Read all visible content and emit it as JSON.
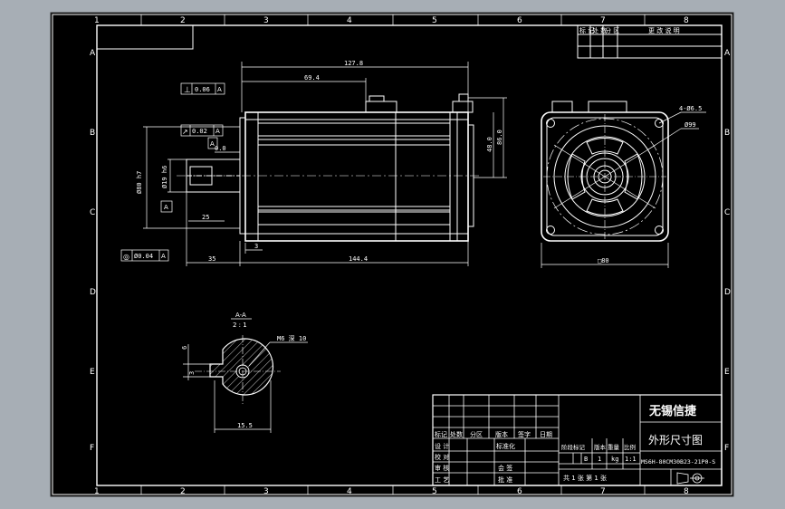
{
  "drawing": {
    "border_columns": [
      "1",
      "2",
      "3",
      "4",
      "5",
      "6",
      "7",
      "8"
    ],
    "border_rows": [
      "A",
      "B",
      "C",
      "D",
      "E",
      "F"
    ],
    "revision_table": {
      "headers": [
        "标 记",
        "处 数",
        "分 区",
        "更 改 说 明"
      ]
    },
    "front_view": {
      "dim_total_length": "127.8",
      "dim_inner_length": "69.4",
      "dim_flange_gap": "0.0",
      "dim_height_a": "48.0",
      "dim_height_b": "86.0",
      "dim_pilot_dia": "Ø80 h7",
      "dim_shaft_dia": "Ø19 h6",
      "dim_key_len": "25",
      "dim_shaft_len": "35",
      "dim_body_len": "144.4",
      "dim_small_gap": "3",
      "perp_tol": [
        "⊥",
        "0.06",
        "A"
      ],
      "runout_tol": [
        "↗",
        "0.02",
        "A"
      ],
      "conc_tol": [
        "◎",
        "Ø0.04",
        "A"
      ],
      "datum_label": "A"
    },
    "side_view": {
      "dim_holes": "4-Ø6.5",
      "dim_pcd": "Ø99",
      "dim_square": "□80"
    },
    "section_view": {
      "title": "A-A",
      "scale": "2 : 1",
      "dim_thread": "M6 深 10",
      "dim_key_width": "6",
      "dim_key_depth": "3",
      "dim_width": "15.5"
    },
    "title_block": {
      "company": "无锡信捷",
      "drawing_name": "外形尺寸图",
      "model_code": "MS6H-80CM30B23-21P0-S",
      "col_headers": [
        "标记",
        "处数",
        "分区",
        "版本",
        "签字",
        "日期"
      ],
      "row_labels": [
        "设 计",
        "校 对",
        "审 核",
        "工 艺"
      ],
      "std_label": "标准化",
      "approve_label": "会 签",
      "batch_label": "批 准",
      "stage_headers": [
        "阶段标记",
        "版本",
        "重量",
        "比例"
      ],
      "stage_values": [
        "B",
        "1",
        "kg",
        "1:1"
      ],
      "sheet_info": "共 1 张   第 1 张"
    }
  }
}
